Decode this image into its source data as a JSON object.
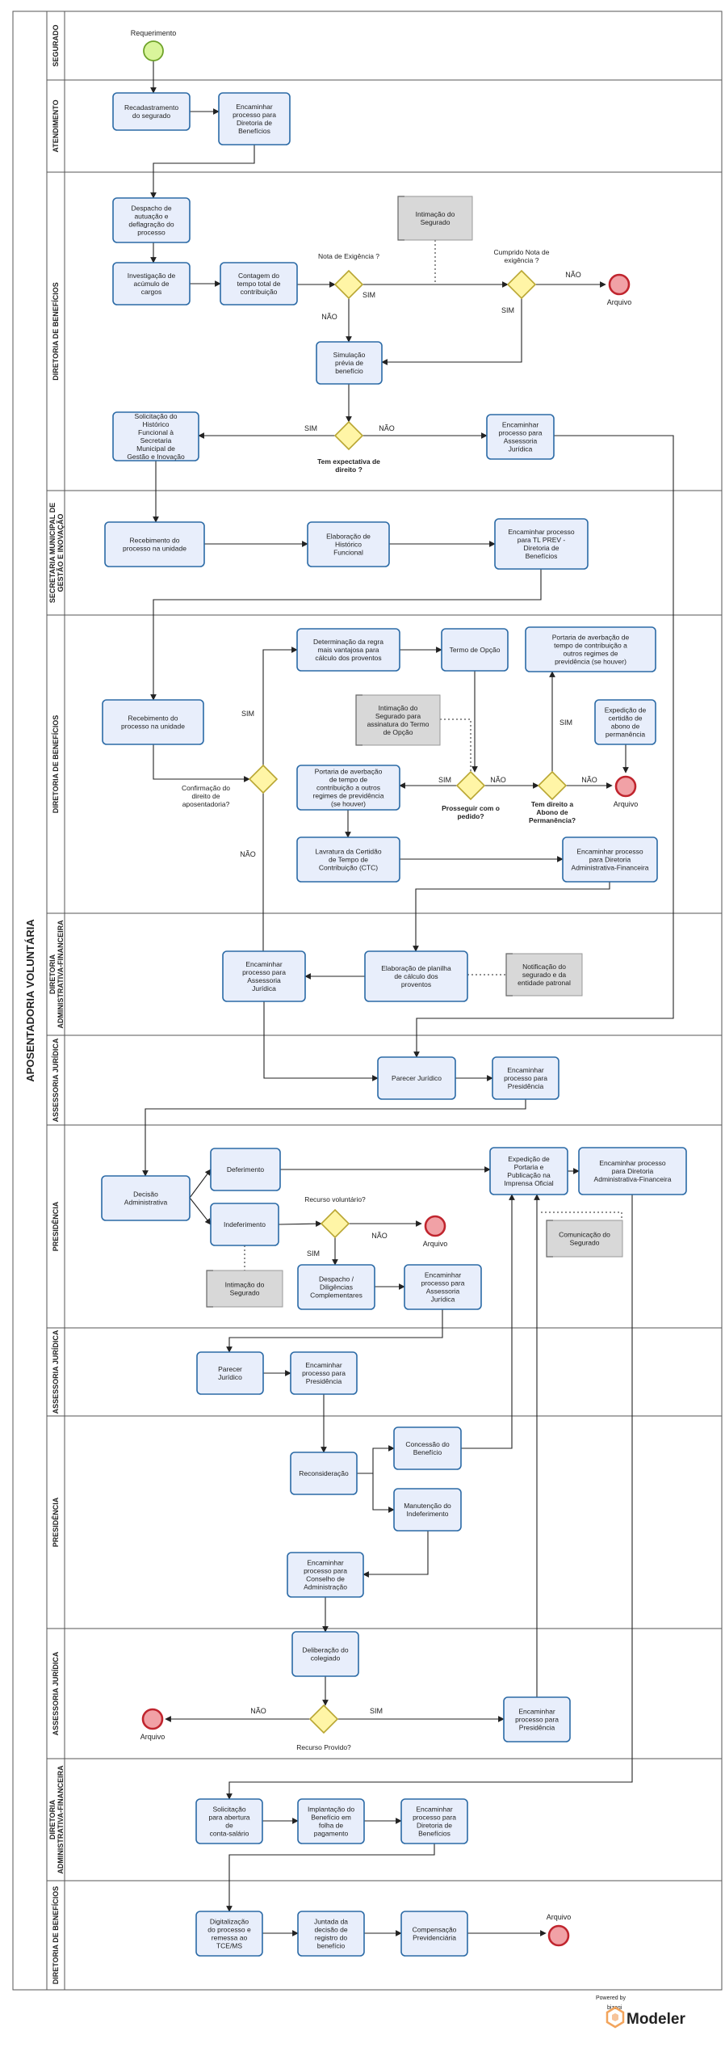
{
  "pool": {
    "title": "APOSENTADORIA VOLUNTÁRIA"
  },
  "lanes": [
    {
      "id": "segurado",
      "label": "SEGURADO"
    },
    {
      "id": "atendimento",
      "label": "ATENDIMENTO"
    },
    {
      "id": "dirben1",
      "label": "DIRETORIA DE BENEFÍCIOS"
    },
    {
      "id": "sec",
      "label": "SECRETARIA MUNICIPAL DE GESTÃO E INOVAÇÃO"
    },
    {
      "id": "dirben2",
      "label": "DIRETORIA DE BENEFÍCIOS"
    },
    {
      "id": "dafin1",
      "label": "DIRETORIA ADMINISTRATIVA-FINANCEIRA"
    },
    {
      "id": "asj1",
      "label": "ASSESSORIA JURÍDICA"
    },
    {
      "id": "pres1",
      "label": "PRESIDÊNCIA"
    },
    {
      "id": "asj2",
      "label": "ASSESSORIA JURÍDICA"
    },
    {
      "id": "pres2",
      "label": "PRESIDÊNCIA"
    },
    {
      "id": "asj3",
      "label": "ASSESSORIA JURÍDICA"
    },
    {
      "id": "dafin2",
      "label": "DIRETORIA ADMINISTRATIVA-FINANCEIRA"
    },
    {
      "id": "dirben3",
      "label": "DIRETORIA DE BENEFÍCIOS"
    }
  ],
  "tasks": [
    {
      "id": "t_recad",
      "text": "Recadastramento do segurado"
    },
    {
      "id": "t_enc_dirben1",
      "text": "Encaminhar processo para Diretoria de Benefícios"
    },
    {
      "id": "t_despacho",
      "text": "Despacho de autuação e deflagração do processo"
    },
    {
      "id": "t_invest",
      "text": "Investigação de acúmulo de cargos"
    },
    {
      "id": "t_contagem",
      "text": "Contagem do tempo total de contribuição"
    },
    {
      "id": "t_simul",
      "text": "Simulação prévia de benefício"
    },
    {
      "id": "t_solic_hist",
      "text": "Solicitação do Histórico Funcional à Secretaria Municipal de Gestão e Inovação"
    },
    {
      "id": "t_enc_asj1",
      "text": "Encaminhar processo para Assessoria Jurídica"
    },
    {
      "id": "t_receb1",
      "text": "Recebimento do processo na unidade"
    },
    {
      "id": "t_elab_hist",
      "text": "Elaboração de Histórico Funcional"
    },
    {
      "id": "t_enc_tlprev",
      "text": "Encaminhar processo para TL PREV - Diretoria de Benefícios"
    },
    {
      "id": "t_receb2",
      "text": "Recebimento do processo na unidade"
    },
    {
      "id": "t_regra",
      "text": "Determinação da regra mais vantajosa para cálculo dos proventos"
    },
    {
      "id": "t_termo",
      "text": "Termo de Opção"
    },
    {
      "id": "t_port_av1",
      "text": "Portaria de averbação de tempo de contribuição a outros regimes de previdência (se houver)"
    },
    {
      "id": "t_exped_abono",
      "text": "Expedição de certidão de abono de permanência"
    },
    {
      "id": "t_port_av2",
      "text": "Portaria de averbação de tempo de contribuição a outros regimes de previdência (se houver)"
    },
    {
      "id": "t_ctc",
      "text": "Lavratura da Certidão de Tempo de Contribuição (CTC)"
    },
    {
      "id": "t_enc_dafin1",
      "text": "Encaminhar processo para Diretoria Administrativa-Financeira"
    },
    {
      "id": "t_enc_asj2",
      "text": "Encaminhar processo para Assessoria Jurídica"
    },
    {
      "id": "t_planilha",
      "text": "Elaboração de planilha de cálculo dos proventos"
    },
    {
      "id": "t_parecer1",
      "text": "Parecer Jurídico"
    },
    {
      "id": "t_enc_pres1",
      "text": "Encaminhar processo para Presidência"
    },
    {
      "id": "t_decisao",
      "text": "Decisão Administrativa"
    },
    {
      "id": "t_deferimento",
      "text": "Deferimento"
    },
    {
      "id": "t_indeferimento",
      "text": "Indeferimento"
    },
    {
      "id": "t_exped_port",
      "text": "Expedição de Portaria e Publicação na Imprensa Oficial"
    },
    {
      "id": "t_enc_dafin2",
      "text": "Encaminhar processo para Diretoria Administrativa-Financeira"
    },
    {
      "id": "t_diligencias",
      "text": "Despacho / Diligências Complementares"
    },
    {
      "id": "t_enc_asj3",
      "text": "Encaminhar processo para Assessoria Jurídica"
    },
    {
      "id": "t_parecer2",
      "text": "Parecer Jurídico"
    },
    {
      "id": "t_enc_pres2",
      "text": "Encaminhar processo para Presidência"
    },
    {
      "id": "t_recons",
      "text": "Reconsideração"
    },
    {
      "id": "t_concessao",
      "text": "Concessão do Benefício"
    },
    {
      "id": "t_manutencao",
      "text": "Manutenção do Indeferimento"
    },
    {
      "id": "t_enc_conselho",
      "text": "Encaminhar processo para Conselho de Administração"
    },
    {
      "id": "t_deliberacao",
      "text": "Deliberação do colegiado"
    },
    {
      "id": "t_enc_pres3",
      "text": "Encaminhar processo para Presidência"
    },
    {
      "id": "t_conta",
      "text": "Solicitação para abertura de conta-salário"
    },
    {
      "id": "t_implant",
      "text": "Implantação do Benefício em folha de pagamento"
    },
    {
      "id": "t_enc_dirben3",
      "text": "Encaminhar processo para Diretoria de Benefícios"
    },
    {
      "id": "t_digit",
      "text": "Digitalização do processo e remessa ao TCE/MS"
    },
    {
      "id": "t_juntada",
      "text": "Juntada da decisão de registro do benefício"
    },
    {
      "id": "t_compens",
      "text": "Compensação Previdenciária"
    }
  ],
  "artifacts": [
    {
      "id": "a_intim1",
      "text": "Intimação do Segurado"
    },
    {
      "id": "a_intim_termo",
      "text": "Intimação do Segurado para assinatura do Termo de Opção"
    },
    {
      "id": "a_notif",
      "text": "Notificação do segurado e da entidade patronal"
    },
    {
      "id": "a_comunic",
      "text": "Comunicação do Segurado"
    },
    {
      "id": "a_intim2",
      "text": "Intimação do Segurado"
    }
  ],
  "gateways": [
    {
      "id": "g_nota",
      "text": "Nota de Exigência ?"
    },
    {
      "id": "g_cumprido",
      "text": "Cumprido Nota de exigência ?"
    },
    {
      "id": "g_expect",
      "text": "Tem expectativa de direito ?"
    },
    {
      "id": "g_confirm",
      "text": "Confirmação do direito de aposentadoria?"
    },
    {
      "id": "g_prosseguir",
      "text": "Prosseguir com o pedido?"
    },
    {
      "id": "g_abono",
      "text": "Tem direito a Abono de Permanência?"
    },
    {
      "id": "g_recurso",
      "text": "Recurso voluntário?"
    },
    {
      "id": "g_provido",
      "text": "Recurso Provido?"
    }
  ],
  "events": {
    "start": "Requerimento",
    "end": "Arquivo"
  },
  "flow_labels": {
    "yes": "SIM",
    "no": "NÃO"
  },
  "branding": {
    "powered_by": "Powered by",
    "product": "Modeler",
    "vendor": "bizagi"
  },
  "colors": {
    "task_fill": "#e8eefb",
    "task_stroke": "#2b6aa6",
    "gateway_fill": "#fff5a6",
    "gateway_stroke": "#b9a632",
    "start_fill": "#d9f59b",
    "start_stroke": "#6fa32a",
    "end_fill": "#f1a1a6",
    "end_stroke": "#c0252e",
    "artifact_fill": "#d8d8d8",
    "lane_border": "#555555"
  }
}
